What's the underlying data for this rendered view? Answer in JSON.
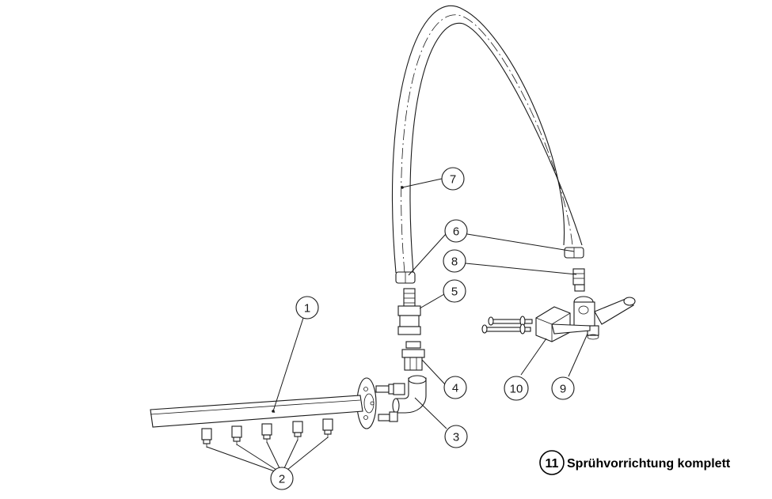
{
  "callouts": {
    "c1": "1",
    "c2": "2",
    "c3": "3",
    "c4": "4",
    "c5": "5",
    "c6": "6",
    "c7": "7",
    "c8": "8",
    "c9": "9",
    "c10": "10"
  },
  "caption": {
    "number": "11",
    "text": "Sprühvorrichtung komplett"
  }
}
